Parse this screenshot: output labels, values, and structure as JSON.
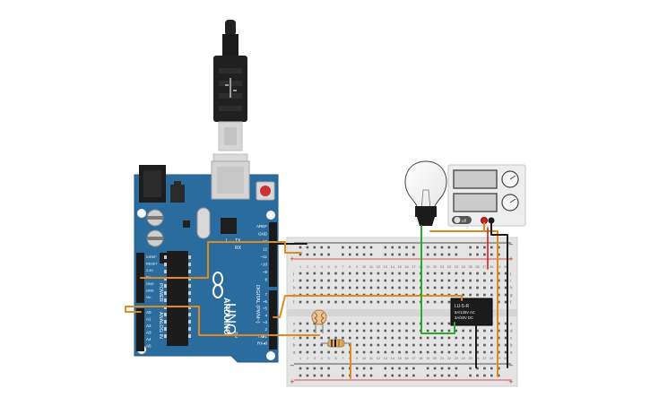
{
  "arduino": {
    "brand": "ARDUINO",
    "model": "UNO",
    "digital_header_label": "DIGITAL (PWM~)",
    "power_header_label": "POWER",
    "analog_header_label": "ANALOG IN",
    "on_label": "ON",
    "tx_label": "TX",
    "rx_label": "RX",
    "l_label": "L",
    "power_pins": [
      "IOREF",
      "RESET",
      "3.3V",
      "5V",
      "GND",
      "GND",
      "Vin"
    ],
    "analog_pins": [
      "A0",
      "A1",
      "A2",
      "A3",
      "A4",
      "A5"
    ],
    "digital_pins": [
      "AREF",
      "GND",
      "13",
      "12",
      "~11",
      "~10",
      "~9",
      "8",
      "7",
      "~6",
      "~5",
      "4",
      "~3",
      "2",
      "TX▸1",
      "RX◂0"
    ]
  },
  "relay": {
    "model": "LU-5-R",
    "rating_line_1": "5A/125V AC",
    "rating_line_2": "3A/30V DC"
  },
  "power_supply": {
    "switch_label": "off"
  },
  "breadboard": {
    "row_letters_top": [
      "j",
      "i",
      "h",
      "g",
      "f"
    ],
    "row_letters_bottom": [
      "e",
      "d",
      "c",
      "b",
      "a"
    ],
    "column_numbers": [
      "1",
      "2",
      "3",
      "4",
      "5",
      "6",
      "7",
      "8",
      "9",
      "10",
      "11",
      "12",
      "13",
      "14",
      "15",
      "16",
      "17",
      "18",
      "19",
      "20",
      "21",
      "22",
      "23",
      "24",
      "25",
      "26",
      "27",
      "28",
      "29",
      "30"
    ]
  },
  "colors": {
    "arduino_board": "#2a6c9e",
    "wire_orange": "#e08a1e",
    "wire_green": "#2fa830",
    "wire_black": "#1c1c1c",
    "wire_red": "#d02020",
    "breadboard": "#e4e4e4",
    "relay_body": "#1c1c1c"
  },
  "icons": [
    "usb-cable-icon",
    "light-bulb-icon",
    "photoresistor-icon",
    "resistor-icon",
    "arduino-logo-icon"
  ]
}
